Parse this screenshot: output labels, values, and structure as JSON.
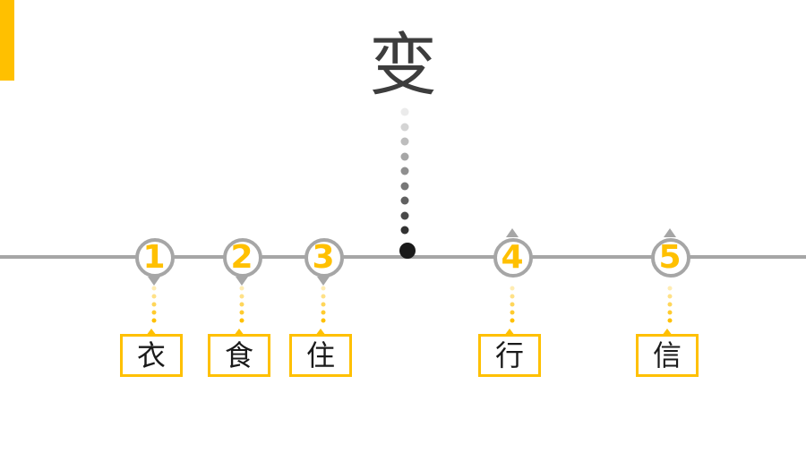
{
  "title": "变",
  "colors": {
    "accent": "#FFC000",
    "line": "#a6a6a6",
    "title": "#3d3d3d",
    "center_dot": "#1a1a1a"
  },
  "items": [
    {
      "number": "1",
      "label": "衣",
      "pointer": "down"
    },
    {
      "number": "2",
      "label": "食",
      "pointer": "down"
    },
    {
      "number": "3",
      "label": "住",
      "pointer": "down"
    },
    {
      "number": "4",
      "label": "行",
      "pointer": "up"
    },
    {
      "number": "5",
      "label": "信",
      "pointer": "up"
    }
  ]
}
